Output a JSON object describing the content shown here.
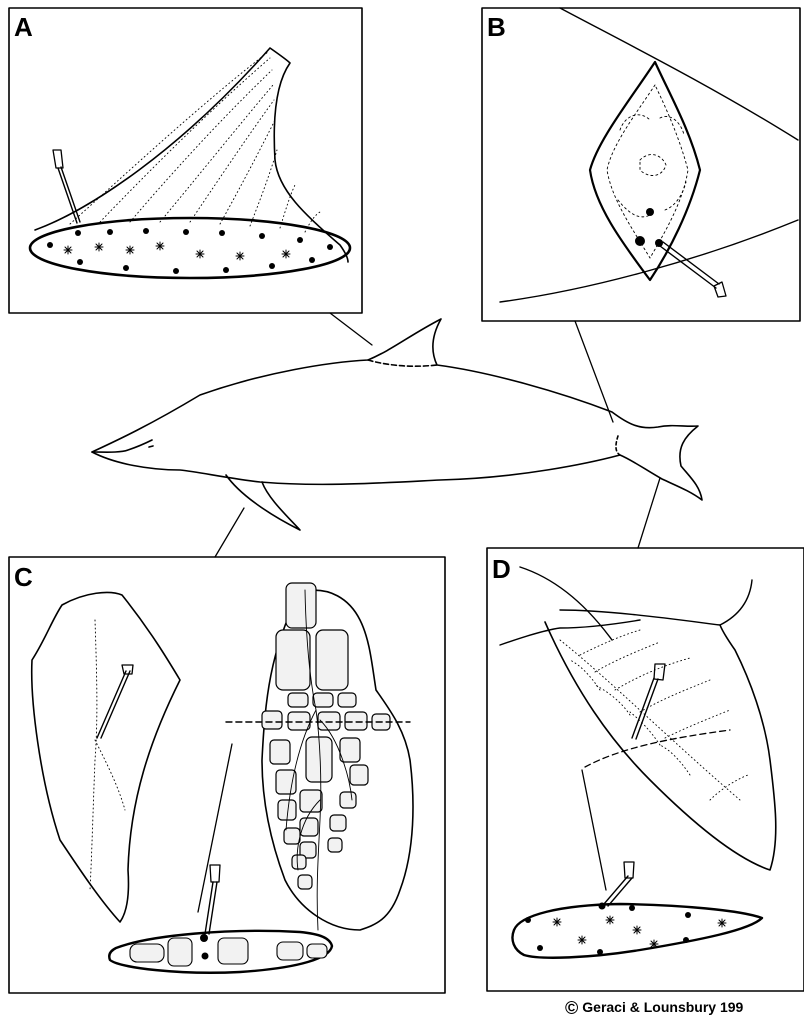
{
  "panels": {
    "a": {
      "label": "A"
    },
    "b": {
      "label": "B"
    },
    "c": {
      "label": "C"
    },
    "d": {
      "label": "D"
    }
  },
  "credit": {
    "symbol": "©",
    "text": "Geraci & Lounsbury 199"
  }
}
